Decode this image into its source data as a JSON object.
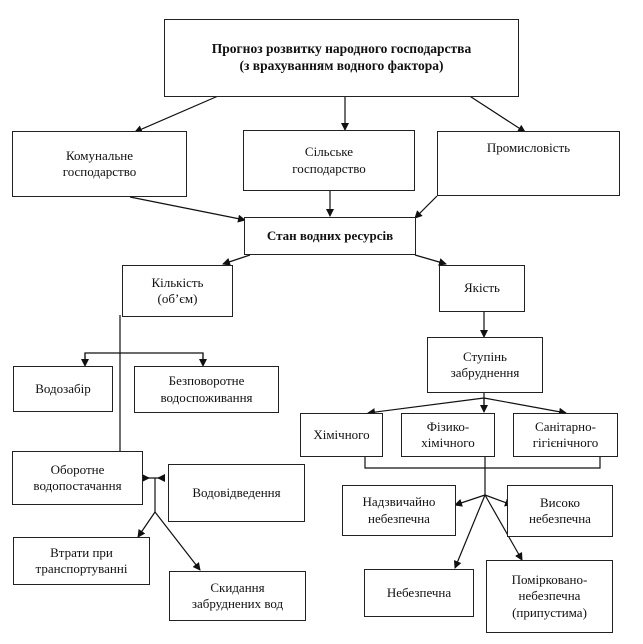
{
  "title": "Прогноз розвитку народного господарства\n(з врахуванням водного фактора)",
  "sectors": {
    "communal": "Комунальне\nгосподарство",
    "agriculture": "Сільське\nгосподарство",
    "industry": "Промисловість"
  },
  "water_state": "Стан водних ресурсів",
  "quantity": {
    "label": "Кількість\n(об’єм)",
    "intake": "Водозабір",
    "irreversible": "Безповоротне\nводоспоживання",
    "circulating": "Оборотне\nводопостачання",
    "discharge": "Водовідведення",
    "losses": "Втрати при\nтранспортуванні",
    "polluted_discharge": "Скидання\nзабруднених вод"
  },
  "quality": {
    "label": "Якість",
    "pollution_degree": "Ступінь\nзабруднення",
    "chemical": "Хімічного",
    "physicochemical": "Фізико-\nхімічного",
    "sanitary": "Санітарно-\nгігієнічного",
    "extremely_dangerous": "Надзвичайно\nнебезпечна",
    "highly_dangerous": "Високо\nнебезпечна",
    "dangerous": "Небезпечна",
    "moderately_dangerous": "Помірковано-\nнебезпечна\n(припустима)"
  }
}
